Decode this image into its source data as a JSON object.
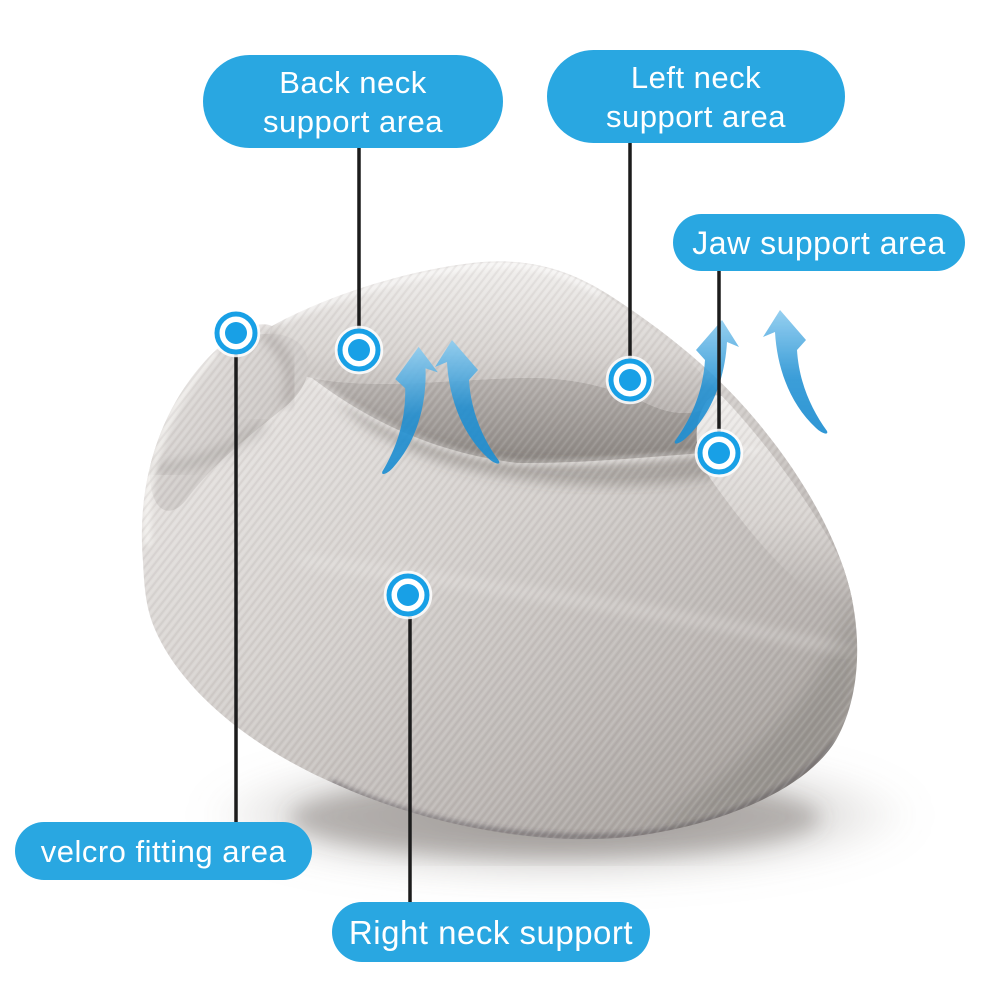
{
  "image": {
    "subject": "Gray memory foam cervical neck support collar photographed on a white background, annotated with five blue callout labels, five circular target markers and two pairs of curved airflow arrows"
  },
  "colors": {
    "label_bg": "#29a7e1",
    "label_text": "#ffffff",
    "marker_blue": "#18a0e6",
    "line_color": "#1c1c1c",
    "arrow_blue_light": "#8fcdf0",
    "arrow_blue_dark": "#1f8fd2",
    "background": "#ffffff"
  },
  "callouts": {
    "back_neck": {
      "line1": "Back neck",
      "line2": "support area"
    },
    "left_neck": {
      "line1": "Left neck",
      "line2": "support area"
    },
    "jaw": {
      "label": "Jaw support area"
    },
    "velcro": {
      "label": "velcro fitting area"
    },
    "right_neck": {
      "label": "Right neck support"
    }
  },
  "icons": {
    "marker": "target-dot-marker",
    "airflow": "double-curved-up-arrows"
  }
}
